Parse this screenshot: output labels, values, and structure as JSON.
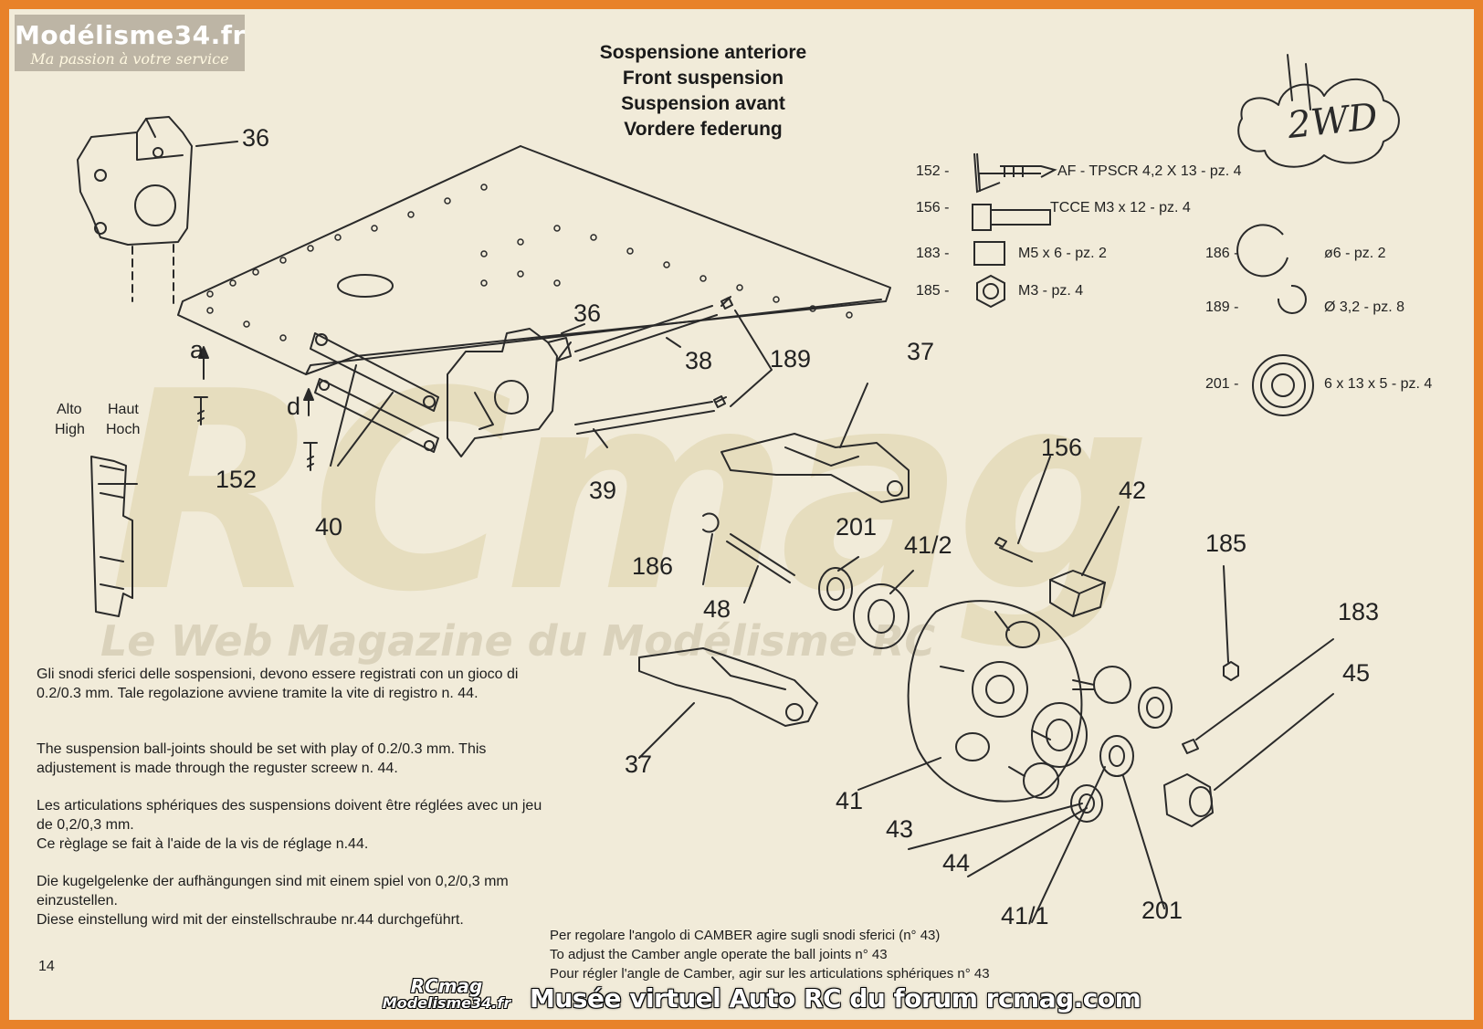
{
  "watermark": {
    "logo_title": "Modélisme34.fr",
    "logo_slogan": "Ma passion à votre service",
    "big_text": "RCmag",
    "tagline": "Le Web Magazine du Modélisme RC",
    "footer_logo_line1": "RCmag",
    "footer_logo_line2": "Modelisme34.fr",
    "footer_banner": "Musée virtuel Auto RC du forum rcmag.com"
  },
  "header": {
    "title_it": "Sospensione anteriore",
    "title_en": "Front suspension",
    "title_fr": "Suspension avant",
    "title_de": "Vordere federung"
  },
  "badge": "2WD",
  "parts_list": [
    {
      "num": "152 -",
      "desc": "AF - TPSCR 4,2 X 13 - pz. 4"
    },
    {
      "num": "156 -",
      "desc": "TCCE M3 x 12 - pz. 4"
    },
    {
      "num": "183 -",
      "desc": "M5 x 6 - pz. 2"
    },
    {
      "num": "185 -",
      "desc": "M3 - pz. 4"
    },
    {
      "num": "186 -",
      "desc": "ø6 - pz. 2"
    },
    {
      "num": "189 -",
      "desc": "Ø 3,2 - pz. 8"
    },
    {
      "num": "201 -",
      "desc": "6 x 13 x 5 - pz. 4"
    }
  ],
  "callouts": {
    "c36a": "36",
    "c36b": "36",
    "c38": "38",
    "c189": "189",
    "c39": "39",
    "c40": "40",
    "c152": "152",
    "ca": "a",
    "cd": "d",
    "c37a": "37",
    "c37b": "37",
    "c156": "156",
    "c42": "42",
    "c201a": "201",
    "c412": "41/2",
    "c185": "185",
    "c186": "186",
    "c48": "48",
    "c183": "183",
    "c45": "45",
    "c41": "41",
    "c43": "43",
    "c44": "44",
    "c411": "41/1",
    "c201b": "201"
  },
  "orientation": {
    "alto": "Alto",
    "high": "High",
    "haut": "Haut",
    "hoch": "Hoch"
  },
  "instructions": {
    "it": "Gli snodi sferici delle sospensioni, devono essere registrati con un gioco di 0.2/0.3 mm. Tale regolazione avviene tramite la vite di registro n. 44.",
    "en": "The suspension ball-joints should be set with play of 0.2/0.3 mm. This adjustement is made through the reguster screew n. 44.",
    "fr1": "Les articulations sphériques des suspensions doivent être réglées avec un jeu de 0,2/0,3 mm.",
    "fr2": "Ce règlage se fait à l'aide de la vis de réglage n.44.",
    "de1": "Die kugelgelenke der aufhängungen sind mit einem spiel von 0,2/0,3 mm einzustellen.",
    "de2": "Diese einstellung wird mit der einstellschraube nr.44 durchgeführt."
  },
  "camber_note": {
    "it": "Per regolare l'angolo di CAMBER agire sugli snodi sferici (n° 43)",
    "en": "To adjust the Camber angle operate the ball joints n° 43",
    "fr": "Pour régler l'angle de Camber, agir sur les articulations sphériques n° 43"
  },
  "page_number": "14"
}
